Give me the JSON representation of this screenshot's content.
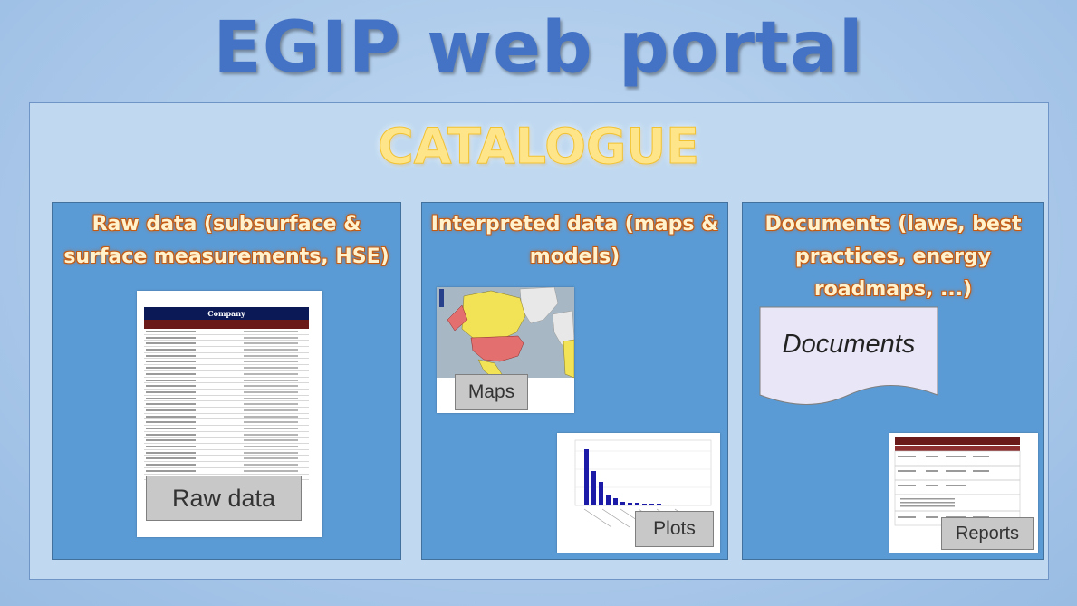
{
  "slide": {
    "title": "EGIP web portal",
    "catalogue_title": "CATALOGUE"
  },
  "panels": [
    {
      "title_line1": "Raw data (subsurface &",
      "title_line2": "surface measurements, HSE)",
      "thumbnail": {
        "table_heading": "Company",
        "tag": "Raw data"
      }
    },
    {
      "title_line1": "Interpreted data (maps &",
      "title_line2": "models)",
      "thumbnails": [
        {
          "tag": "Maps"
        },
        {
          "tag": "Plots"
        }
      ]
    },
    {
      "title_line1": "Documents (laws, best",
      "title_line2": "practices, energy",
      "title_line3": "roadmaps, ...)",
      "thumbnails": [
        {
          "label": "Documents"
        },
        {
          "tag": "Reports"
        }
      ]
    }
  ],
  "colors": {
    "title": "#4472c4",
    "catalogue": "#ffe58a",
    "panel": "#5b9bd5",
    "panel_title": "#fff2cc",
    "panel_title_outline": "#c55a11"
  }
}
